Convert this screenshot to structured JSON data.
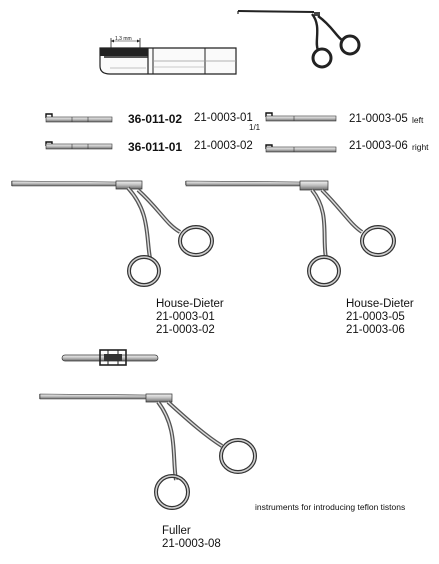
{
  "measure_label": "1,3 mm",
  "rows": [
    {
      "model": "36-011-02",
      "code": "21-0003-01"
    },
    {
      "model": "36-011-01",
      "code": "21-0003-02"
    }
  ],
  "fraction_label": "1/1",
  "right_rows": [
    {
      "code": "21-0003-05",
      "side": "left"
    },
    {
      "code": "21-0003-06",
      "side": "right"
    }
  ],
  "captions": [
    {
      "name": "House-Dieter",
      "codes": [
        "21-0003-01",
        "21-0003-02"
      ]
    },
    {
      "name": "House-Dieter",
      "codes": [
        "21-0003-05",
        "21-0003-06"
      ]
    },
    {
      "name": "Fuller",
      "codes": [
        "21-0003-08"
      ]
    }
  ],
  "note": "instruments for introducing teflon tistons"
}
